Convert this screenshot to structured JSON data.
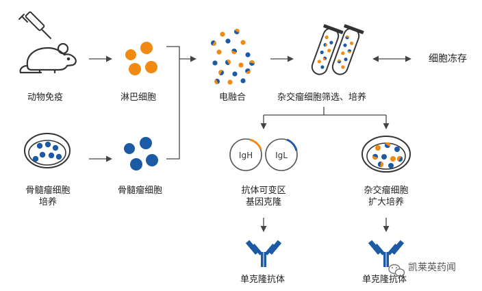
{
  "labels": {
    "immunize": "动物免疫",
    "lymphocytes": "淋巴细胞",
    "myeloma_culture_line1": "骨髓瘤细胞",
    "myeloma_culture_line2": "培养",
    "myeloma_cells": "骨髓瘤细胞",
    "fusion": "电融合",
    "screening": "杂交瘤细胞筛选、培养",
    "cryopreservation": "细胞冻存",
    "cloning_line1": "抗体可变区",
    "cloning_line2": "基因克隆",
    "expansion_line1": "杂交瘤细胞",
    "expansion_line2": "扩大培养",
    "mab_left": "单克隆抗体",
    "mab_right": "单克隆抗体",
    "igh": "IgH",
    "igl": "IgL"
  },
  "watermark": {
    "text": "凯莱英药闻",
    "icon": "wechat-icon"
  },
  "colors": {
    "orange": "#f08a12",
    "blue": "#1c5aa6",
    "dark": "#333333",
    "arrow": "#444444"
  }
}
